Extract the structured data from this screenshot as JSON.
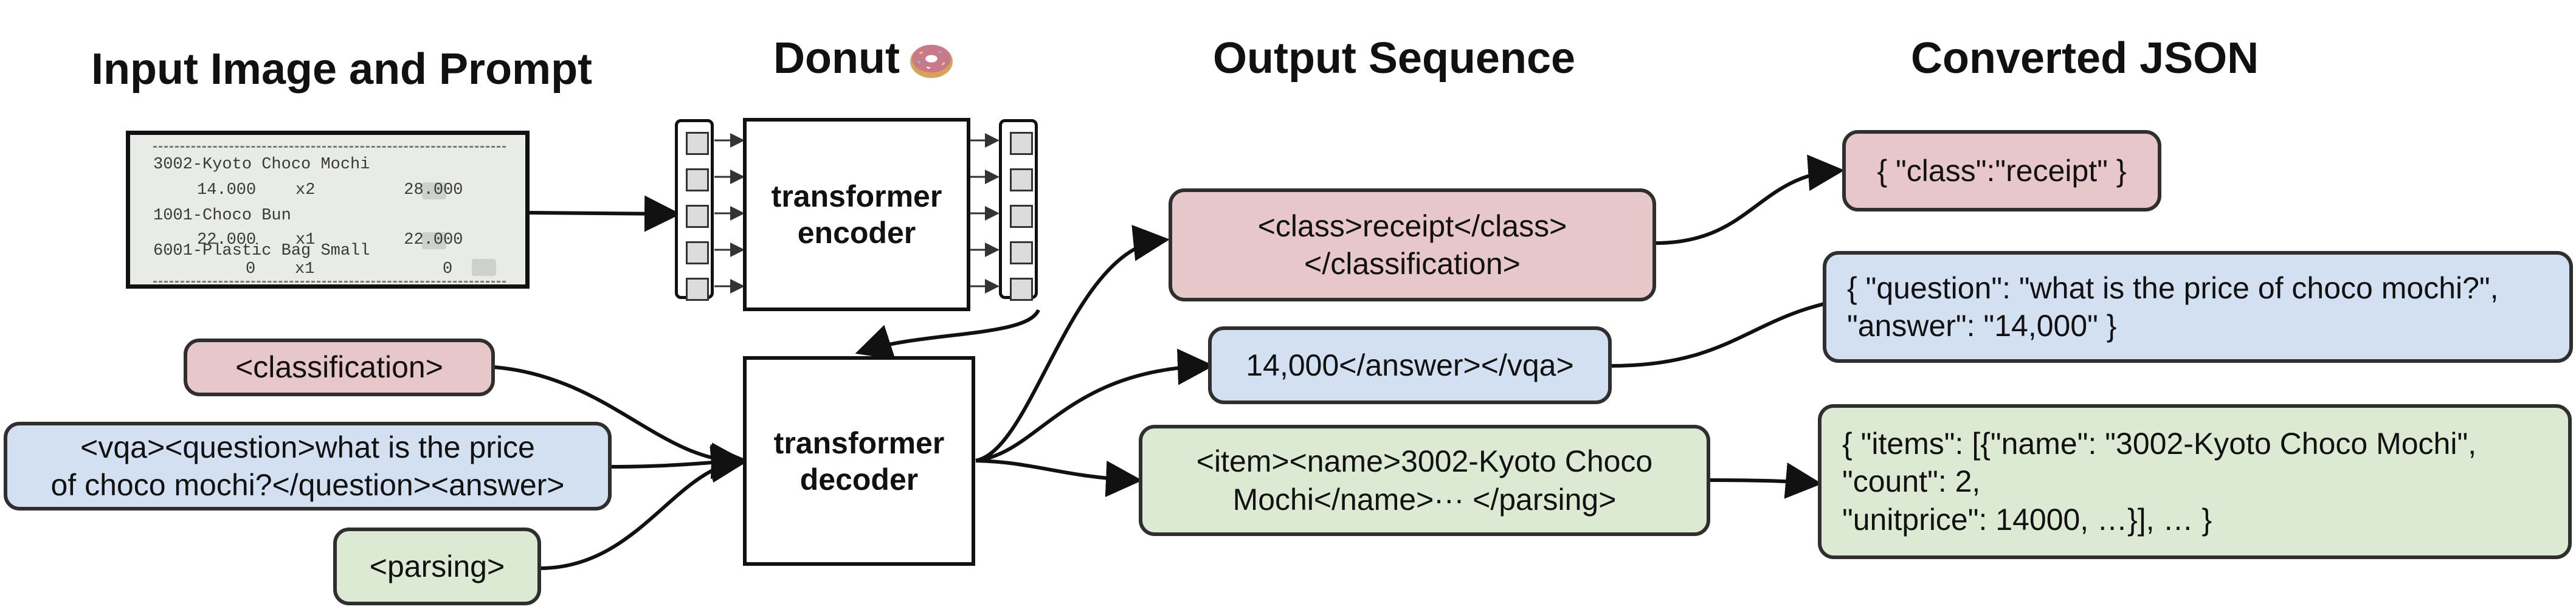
{
  "headings": {
    "input": "Input Image and Prompt",
    "model": "Donut",
    "output": "Output Sequence",
    "json": "Converted JSON"
  },
  "receipt_lines": [
    "3002-Kyoto Choco Mochi",
    "14.000    x2         28.000",
    "1001-Choco Bun",
    "22.000    x1         22.000",
    "6001-Plastic Bag Small",
    "0    x1             0"
  ],
  "model": {
    "encoder_label": "transformer\nencoder",
    "decoder_label": "transformer\ndecoder"
  },
  "prompts": {
    "classification": "<classification>",
    "vqa": "<vqa><question>what is the price\nof choco mochi?</question><answer>",
    "parsing": "<parsing>"
  },
  "outputs": {
    "classification": "<class>receipt</class>\n</classification>",
    "vqa": "14,000</answer></vqa>",
    "parsing": "<item><name>3002-Kyoto Choco\nMochi</name>··· </parsing>"
  },
  "json": {
    "classification": "{ \"class\":\"receipt\" }",
    "vqa": "{ \"question\": \"what is the price of choco mochi?\",\n   \"answer\": \"14,000\" }",
    "parsing": "{ \"items\": [{\"name\": \"3002-Kyoto Choco Mochi\",\n      \"count\": 2,\n      \"unitprice\": 14000, …}], … }"
  },
  "colors": {
    "classification": "#e8c7cb",
    "vqa": "#d3e0f1",
    "parsing": "#dce9d3",
    "donut_icing": "#c97a8a",
    "donut_dough": "#d9a25a"
  },
  "icons": {
    "model_emoji": "donut-icon"
  }
}
